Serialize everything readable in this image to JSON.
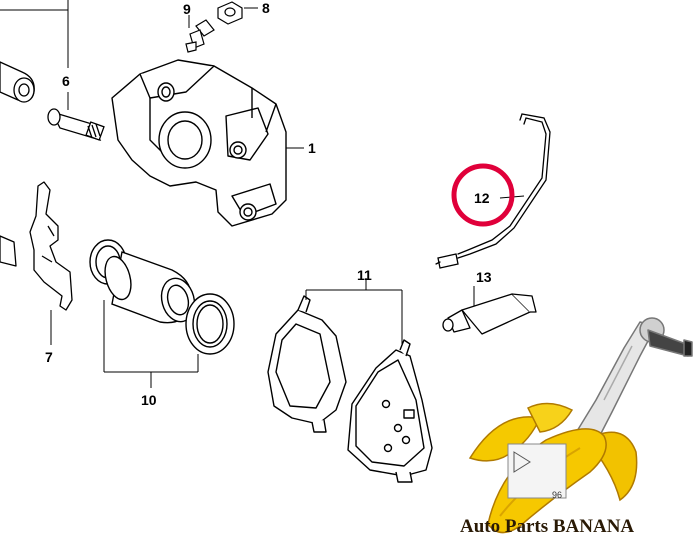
{
  "diagram": {
    "callouts": {
      "c1": "1",
      "c6": "6",
      "c7": "7",
      "c8": "8",
      "c9": "9",
      "c10": "10",
      "c11": "11",
      "c12": "12",
      "c13": "13"
    },
    "highlight_color": "#e0003a",
    "highlighted_part": "12"
  },
  "watermark": {
    "brand_text": "Auto Parts BANANA",
    "partial_code": "96",
    "colors": {
      "banana": "#f2c200",
      "banana_dark": "#c48a00",
      "text": "#2a1a05"
    }
  }
}
